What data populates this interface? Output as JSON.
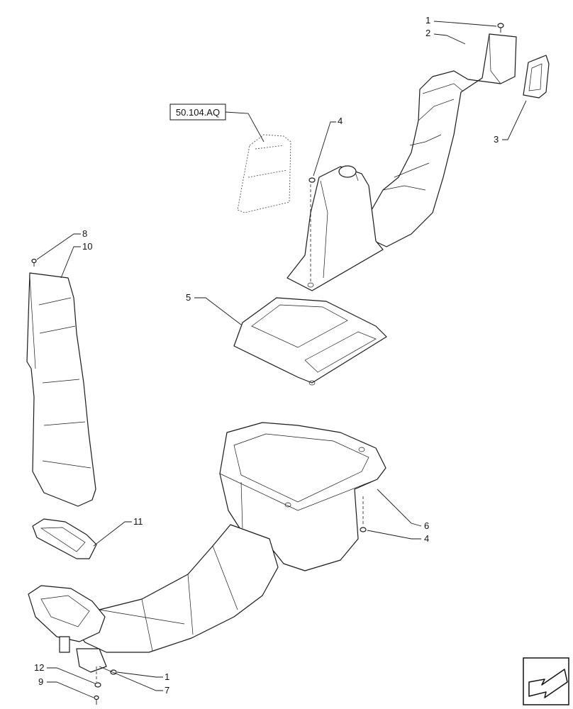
{
  "reference_label": "50.104.AQ",
  "callouts": {
    "c1_top": "1",
    "c2": "2",
    "c3": "3",
    "c4_top": "4",
    "c5": "5",
    "c6": "6",
    "c4_bottom": "4",
    "c8": "8",
    "c10": "10",
    "c11": "11",
    "c12": "12",
    "c9": "9",
    "c1_bottom": "1",
    "c7": "7"
  },
  "icons": {
    "navigation": "arrow-nav-icon"
  }
}
